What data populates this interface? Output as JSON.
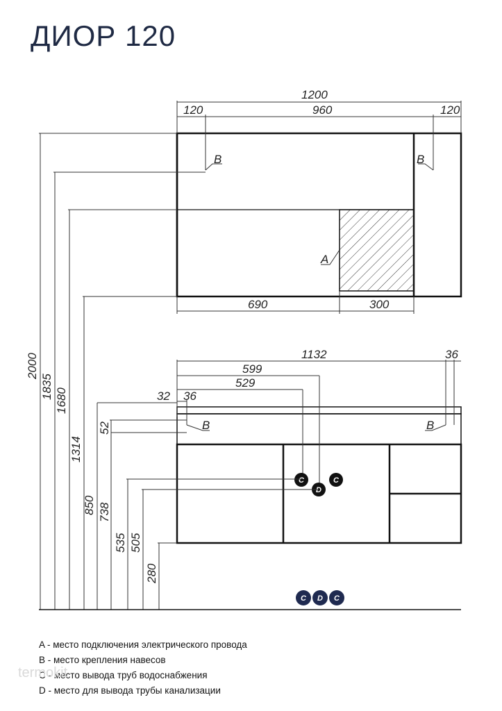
{
  "title": "ДИОР 120",
  "dims": {
    "top_total": "1200",
    "top_left": "120",
    "top_mid": "960",
    "top_right": "120",
    "mirror_bottom_left": "690",
    "mirror_bottom_right": "300",
    "cab_total": "1132",
    "cab_right": "36",
    "cab_599": "599",
    "cab_529": "529",
    "cab_32": "32",
    "cab_36": "36",
    "h_2000": "2000",
    "h_1835": "1835",
    "h_1680": "1680",
    "h_1314": "1314",
    "h_850": "850",
    "h_738": "738",
    "h_52": "52",
    "h_535": "535",
    "h_505": "505",
    "h_280": "280"
  },
  "markers": {
    "a": "A",
    "b": "B",
    "c": "C",
    "d": "D"
  },
  "legend": [
    "A - место подключения электрического провода",
    "B - место крепления навесов",
    "C - место вывода труб водоснабжения",
    "D - место для вывода трубы канализации"
  ],
  "watermark": "termokit"
}
